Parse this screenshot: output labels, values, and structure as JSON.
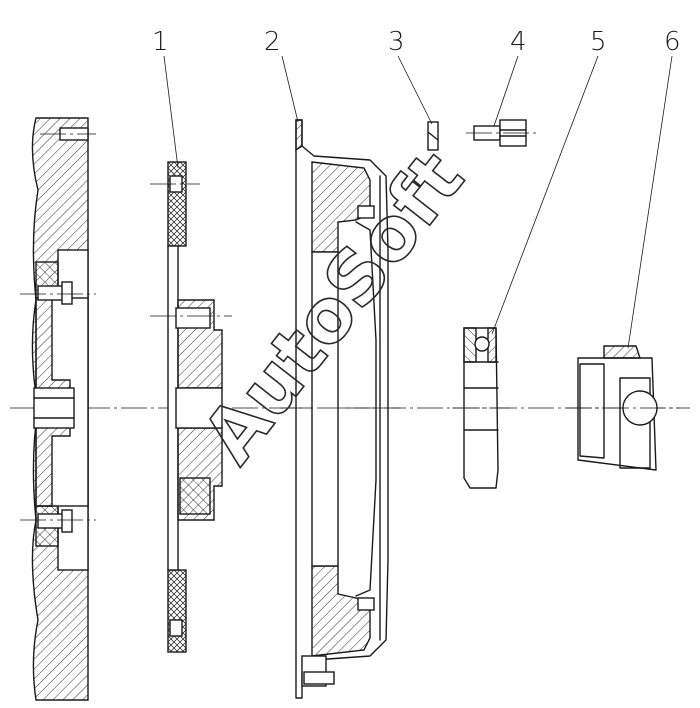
{
  "callouts": [
    {
      "label": "1"
    },
    {
      "label": "2"
    },
    {
      "label": "3"
    },
    {
      "label": "4"
    },
    {
      "label": "5"
    },
    {
      "label": "6"
    }
  ],
  "watermark": "AutoSoft",
  "colors": {
    "ink": "#1a1a1a",
    "paper": "#ffffff"
  }
}
